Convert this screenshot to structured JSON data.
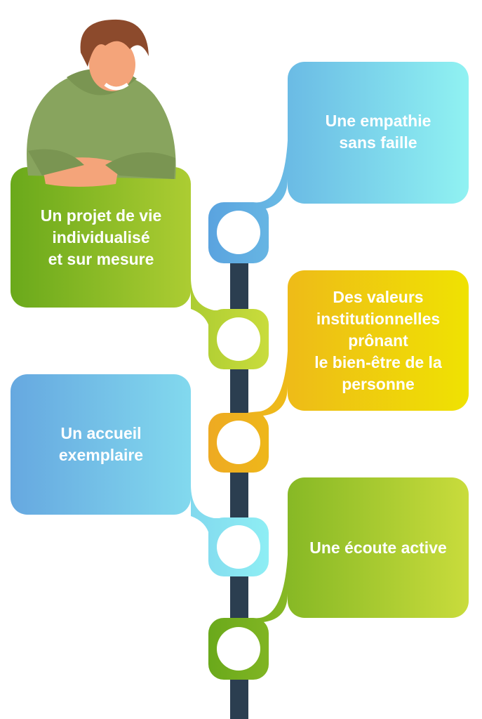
{
  "title": "Infographic - qualities of care",
  "items": [
    {
      "lines": [
        "Une empathie",
        "sans faille"
      ],
      "side": "right",
      "colors": [
        "#5aa3df",
        "#90f2f2"
      ]
    },
    {
      "lines": [
        "Un projet de vie",
        "individualisé",
        "et sur mesure"
      ],
      "side": "left",
      "colors": [
        "#6aa91b",
        "#c9dc3c"
      ]
    },
    {
      "lines": [
        "Des valeurs",
        "institutionnelles",
        "prônant",
        "le bien-être de la",
        "personne"
      ],
      "side": "right",
      "colors": [
        "#eeaa22",
        "#efe202"
      ]
    },
    {
      "lines": [
        "Un accueil",
        "exemplaire"
      ],
      "side": "left",
      "colors": [
        "#66a8e0",
        "#8eeef4"
      ]
    },
    {
      "lines": [
        "Une écoute active"
      ],
      "side": "right",
      "colors": [
        "#6aa91b",
        "#c9dc3c"
      ]
    }
  ],
  "colors": {
    "timeline": "#2b3e50",
    "text": "#ffffff"
  }
}
